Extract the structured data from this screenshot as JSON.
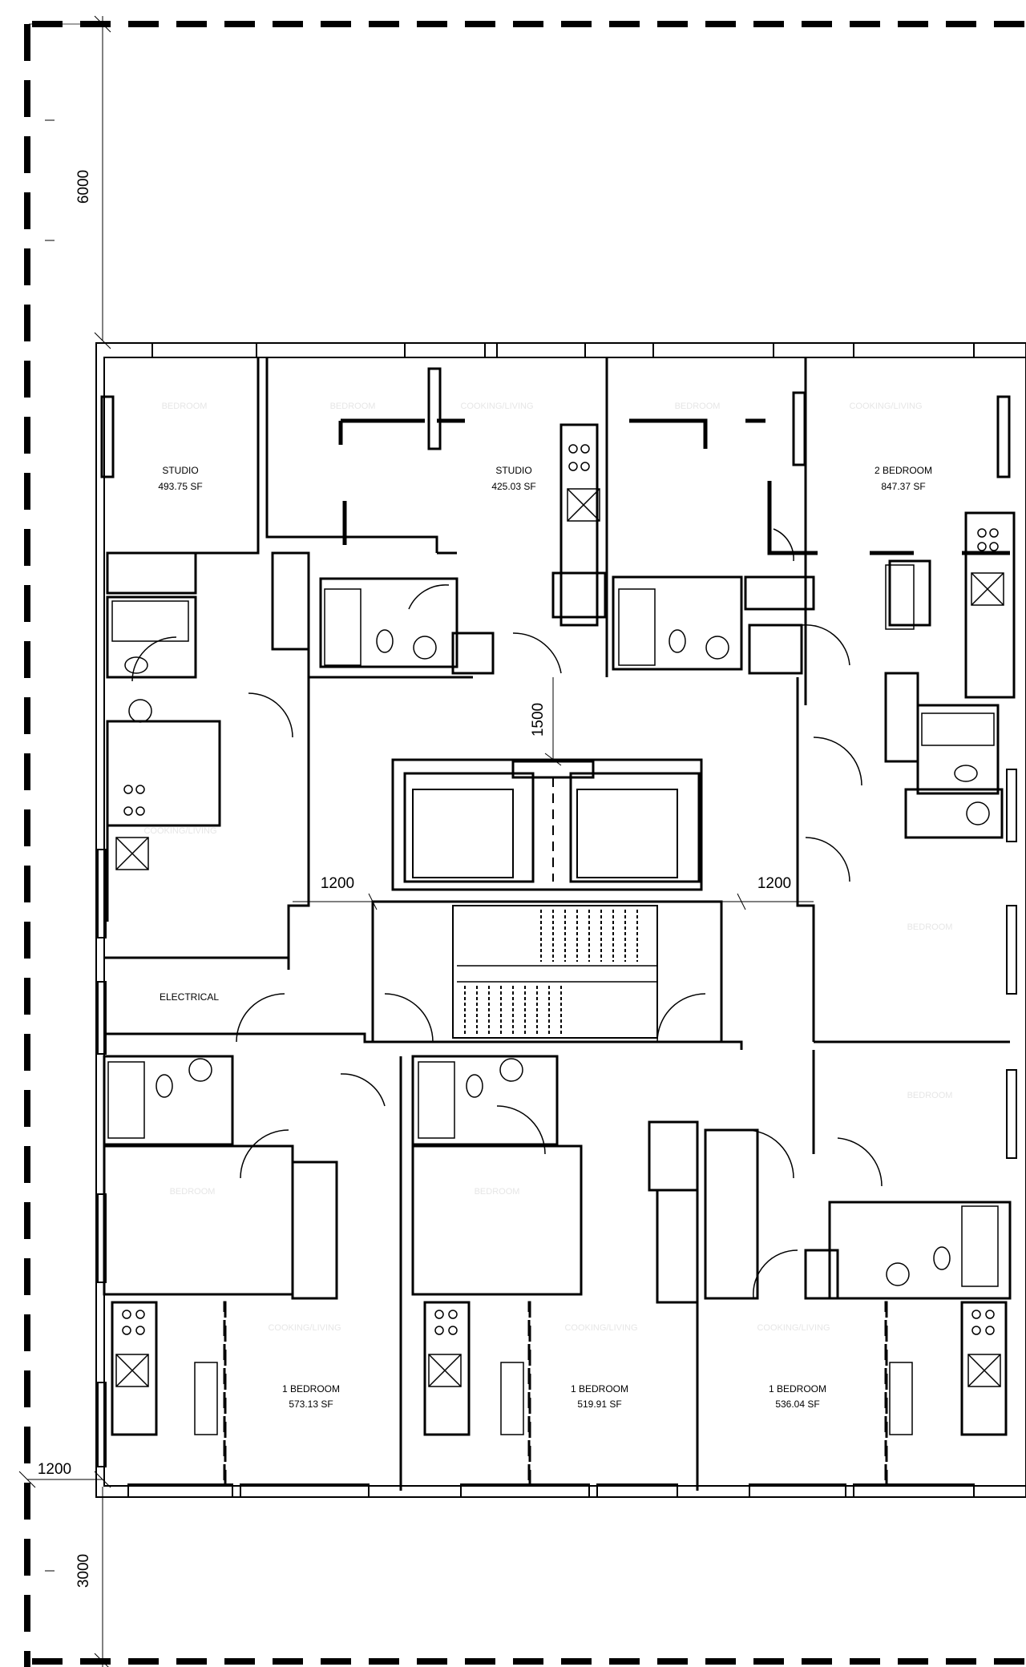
{
  "units": [
    {
      "name": "STUDIO",
      "area": "493.75 SF"
    },
    {
      "name": "STUDIO",
      "area": "425.03 SF"
    },
    {
      "name": "2 BEDROOM",
      "area": "847.37 SF"
    },
    {
      "name": "1 BEDROOM",
      "area": "573.13 SF"
    },
    {
      "name": "1 BEDROOM",
      "area": "519.91 SF"
    },
    {
      "name": "1 BEDROOM",
      "area": "536.04 SF"
    }
  ],
  "rooms": {
    "electrical": "ELECTRICAL"
  },
  "dimensions": {
    "top_setback": "6000",
    "bottom_setback": "3000",
    "side_setback": "1200",
    "corridor_left": "1200",
    "corridor_right": "1200",
    "corridor_depth": "1500"
  },
  "faint_labels": {
    "bedroom": "BEDROOM",
    "cooking_living": "COOKING/LIVING"
  },
  "colors": {
    "line": "#000000",
    "background": "#ffffff",
    "faint_text": "#e6e6e6"
  }
}
